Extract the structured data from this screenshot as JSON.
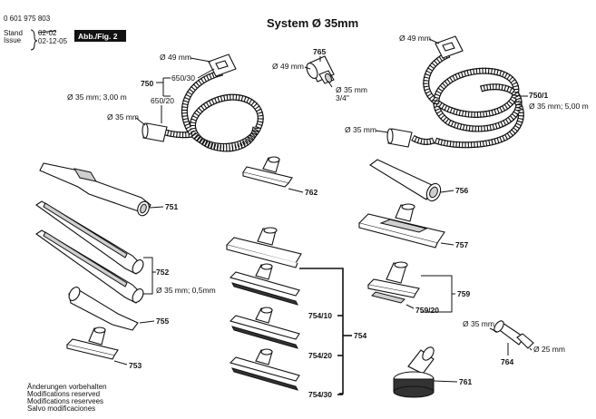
{
  "header": {
    "doc_number": "0 601 975 803",
    "stand_label": "Stand",
    "issue_label": "Issue",
    "stand_value": "02-02",
    "issue_value": "02-12-05",
    "fig_badge": "Abb./Fig. 2"
  },
  "title": "System Ø 35mm",
  "labels": {
    "d49_left": "Ø 49 mm",
    "d49_mid": "Ø 49 mm",
    "d49_right": "Ø 49 mm",
    "p750": "750",
    "p650_30": "650/30",
    "p650_20": "650/20",
    "d35_3m": "Ø 35 mm; 3,00 m",
    "d35_left": "Ø 35 mm",
    "p765": "765",
    "d35_765": "Ø 35 mm",
    "inch34": "3/4\"",
    "p750_1": "750/1",
    "d35_5m": "Ø 35 mm; 5,00 m",
    "d35_right": "Ø 35 mm",
    "p751": "751",
    "p762": "762",
    "p756": "756",
    "p757": "757",
    "p752": "752",
    "d35_05": "Ø 35 mm; 0,5mm",
    "p759": "759",
    "p759_20": "759/20",
    "p755": "755",
    "p754_10": "754/10",
    "p754": "754",
    "p754_20": "754/20",
    "p754_30": "754/30",
    "d35_764": "Ø 35 mm",
    "d25_764": "Ø 25 mm",
    "p764": "764",
    "p753": "753",
    "p761": "761"
  },
  "footer": [
    "Änderungen vorbehalten",
    "Modifications reserved",
    "Modifications reservees",
    "Salvo modificaciones"
  ]
}
